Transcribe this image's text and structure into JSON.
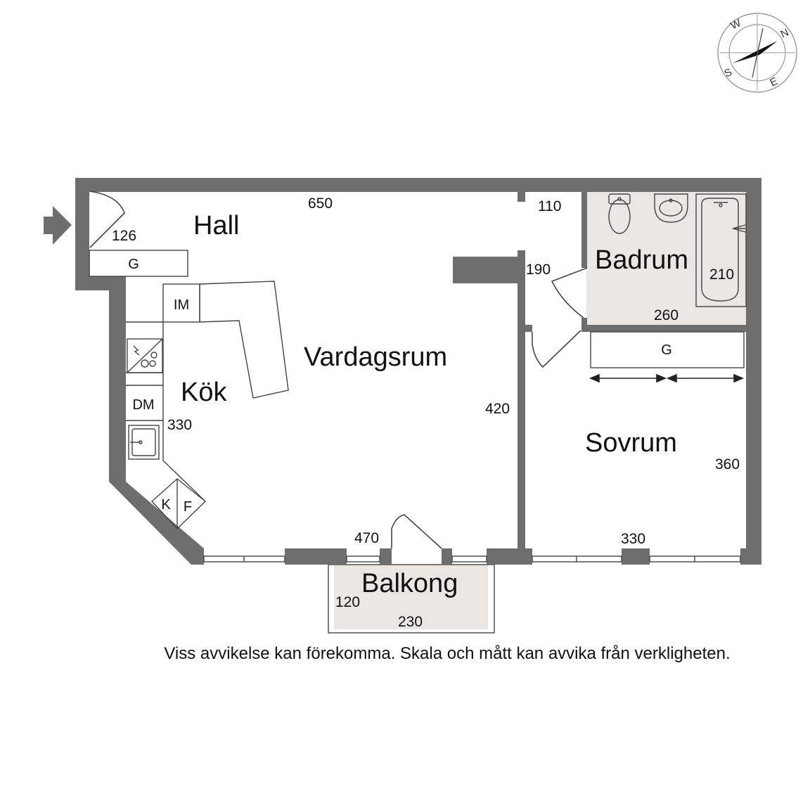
{
  "rooms": {
    "hall": "Hall",
    "vardagsrum": "Vardagsrum",
    "kok": "Kök",
    "badrum": "Badrum",
    "sovrum": "Sovrum",
    "balkong": "Balkong"
  },
  "dimensions": {
    "hall_width": "650",
    "entry_door": "126",
    "closet_top": "110",
    "bath_door": "190",
    "bath_tub": "210",
    "bath_width": "260",
    "living_height": "420",
    "kitchen_length": "330",
    "living_width": "470",
    "bedroom_width": "330",
    "bedroom_height": "360",
    "balcony_depth": "120",
    "balcony_width": "230"
  },
  "fixtures": {
    "hall_wardrobe": "G",
    "bedroom_wardrobe": "G",
    "washing_machine": "IM",
    "dishwasher": "DM",
    "fridge": "K",
    "freezer": "F"
  },
  "compass": {
    "north": "N",
    "south": "S",
    "east": "E",
    "west": "W"
  },
  "disclaimer": "Viss avvikelse kan förekomma. Skala och mått kan avvika från verkligheten.",
  "colors": {
    "wall": "#6e6e6e",
    "wet_room": "#ebe6e1",
    "balcony": "#ebe6e1"
  }
}
